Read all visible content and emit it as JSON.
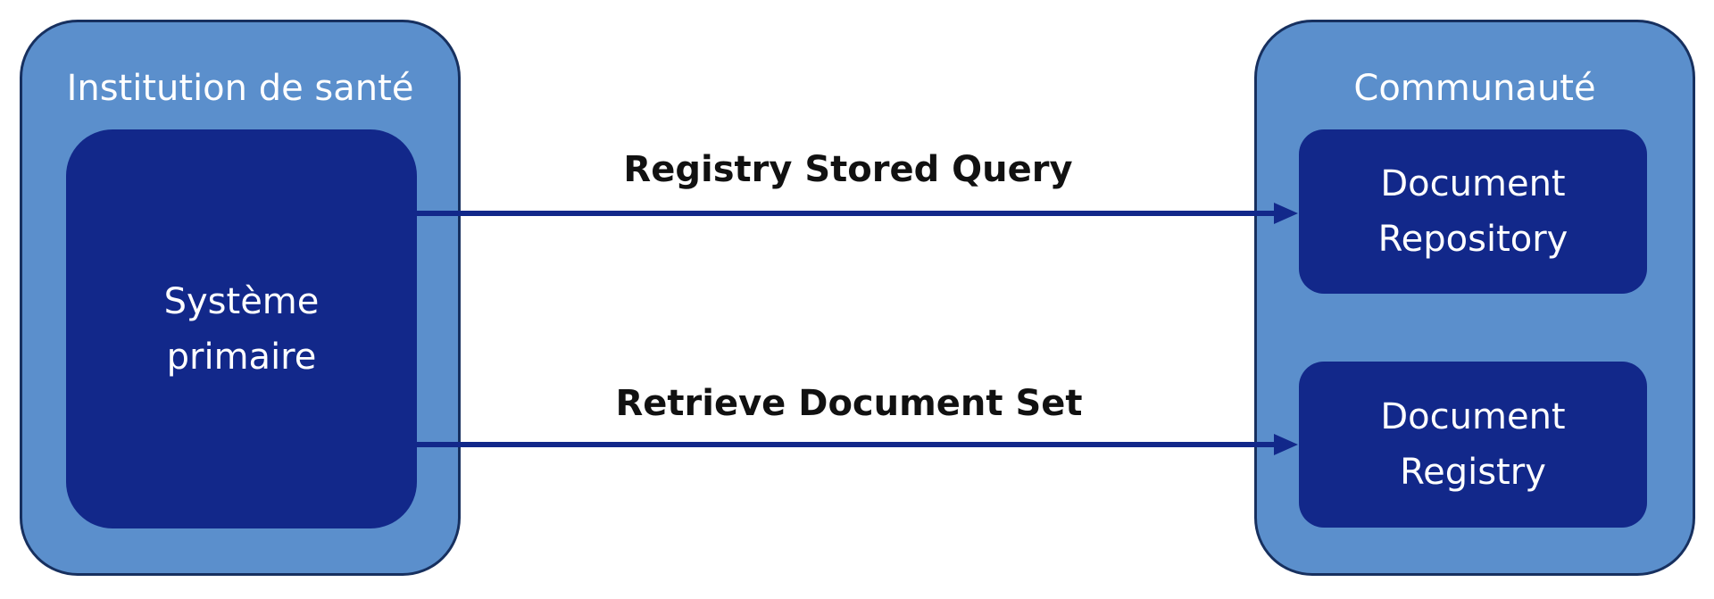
{
  "diagram": {
    "institution": {
      "title": "Institution de santé",
      "inner_label": "Système\nprimaire"
    },
    "community": {
      "title": "Communauté",
      "repository_label": "Document\nRepository",
      "registry_label": "Document\nRegistry"
    },
    "connections": {
      "query_label": "Registry Stored Query",
      "retrieve_label": "Retrieve Document Set"
    },
    "colors": {
      "outer_fill": "#5b8fcc",
      "outer_border": "#17305f",
      "inner_fill": "#12288a",
      "arrow": "#12288a",
      "label_text": "#111111"
    }
  }
}
